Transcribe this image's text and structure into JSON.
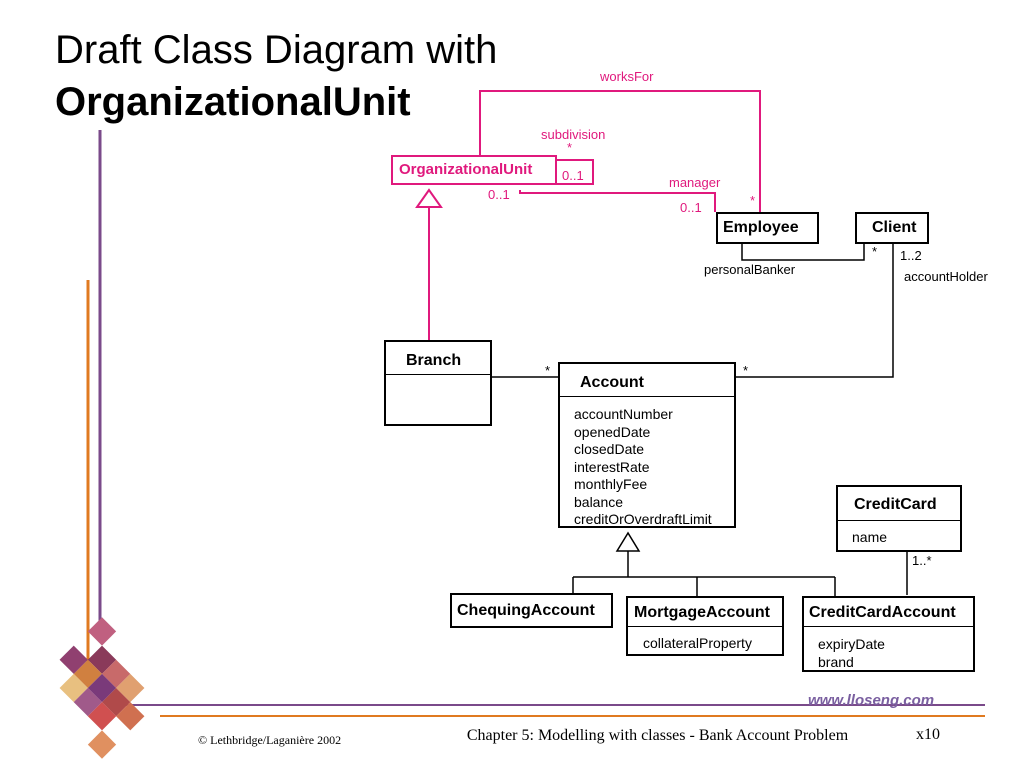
{
  "slide": {
    "title_line1": "Draft Class Diagram with",
    "title_line2": "OrganizationalUnit",
    "copyright": "© Lethbridge/Laganière 2002",
    "chapter": "Chapter 5: Modelling with classes - Bank Account Problem",
    "slide_number": "x10",
    "website": "www.lloseng.com"
  },
  "colors": {
    "accent_pink": "#e0197d",
    "decor_purple": "#7a4a8a",
    "decor_orange": "#e07a20"
  },
  "classes": {
    "organizational_unit": {
      "name": "OrganizationalUnit"
    },
    "employee": {
      "name": "Employee"
    },
    "client": {
      "name": "Client"
    },
    "branch": {
      "name": "Branch"
    },
    "account": {
      "name": "Account",
      "attributes": [
        "accountNumber",
        "openedDate",
        "closedDate",
        "interestRate",
        "monthlyFee",
        "balance",
        "creditOrOverdraftLimit"
      ]
    },
    "credit_card": {
      "name": "CreditCard",
      "attributes": [
        "name"
      ]
    },
    "chequing_account": {
      "name": "ChequingAccount"
    },
    "mortgage_account": {
      "name": "MortgageAccount",
      "attributes": [
        "collateralProperty"
      ]
    },
    "credit_card_account": {
      "name": "CreditCardAccount",
      "attributes": [
        "expiryDate",
        "brand"
      ]
    }
  },
  "associations": {
    "works_for": "worksFor",
    "subdivision": "subdivision",
    "subdivision_star": "*",
    "subdivision_mult": "0..1",
    "manager": "manager",
    "manager_org_mult": "0..1",
    "manager_emp_mult": "0..1",
    "works_for_emp_mult": "*",
    "personal_banker": "personalBanker",
    "client_star": "*",
    "client_holder_mult": "1..2",
    "account_holder": "accountHolder",
    "branch_account_mult": "*",
    "account_client_mult": "*",
    "credit_card_mult": "1..*"
  }
}
